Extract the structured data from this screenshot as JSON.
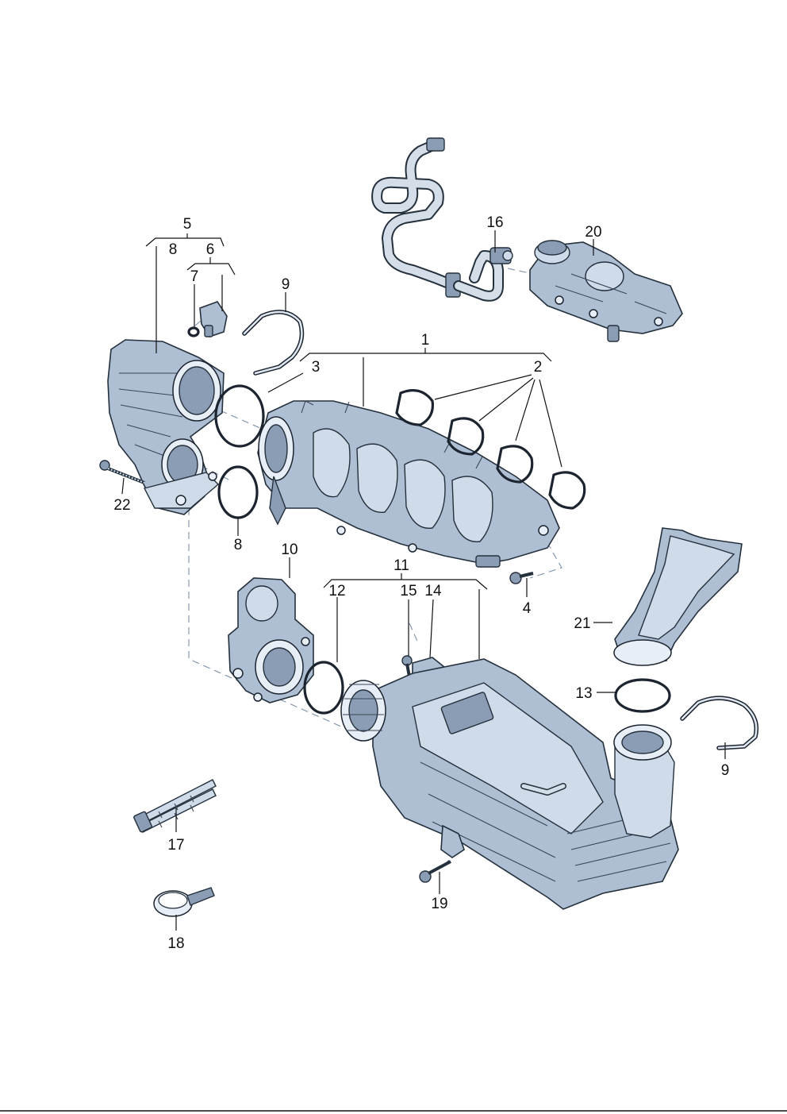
{
  "callouts": {
    "c1": "1",
    "c2": "2",
    "c3": "3",
    "c4": "4",
    "c5": "5",
    "c6": "6",
    "c7": "7",
    "c8a": "8",
    "c8b": "8",
    "c9a": "9",
    "c9b": "9",
    "c10": "10",
    "c11": "11",
    "c12": "12",
    "c13": "13",
    "c14": "14",
    "c15": "15",
    "c16": "16",
    "c17": "17",
    "c18": "18",
    "c19": "19",
    "c20": "20",
    "c21": "21",
    "c22": "22"
  },
  "colors": {
    "part_fill": "#aebfd3",
    "outline": "#25303d",
    "leader": "#111111",
    "assembly_dash": "#7a8fa8"
  }
}
